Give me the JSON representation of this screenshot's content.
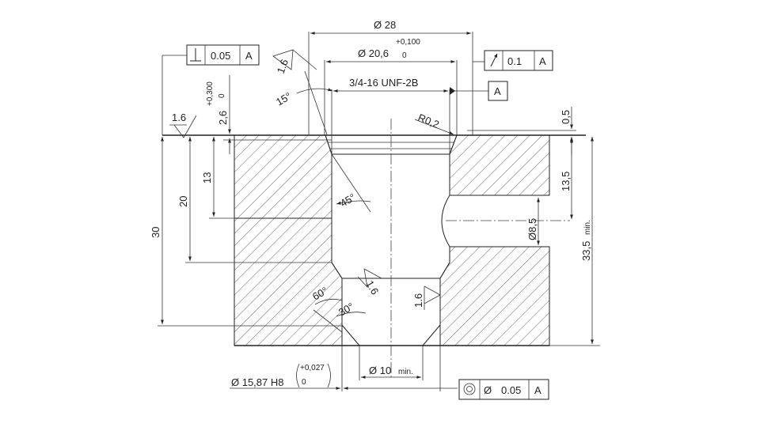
{
  "dimensions": {
    "dia_28": "Ø 28",
    "dia_20_6": "Ø 20,6",
    "dia_20_6_tol_upper": "+0,100",
    "dia_20_6_tol_lower": "0",
    "thread": "3/4-16 UNF-2B",
    "radius": "R0,2",
    "dim_0_5": "0,5",
    "dim_13_5": "13,5",
    "dim_8_5": "Ø8,5",
    "dim_33_5": "33,5",
    "dim_33_5_suffix": "min.",
    "dim_2_6": "2,6",
    "dim_2_6_tol_upper": "+0,300",
    "dim_2_6_tol_lower": "0",
    "dim_13": "13",
    "dim_20": "20",
    "dim_30": "30",
    "dia_15_87": "Ø 15,87 H8",
    "dia_15_87_tol_upper": "+0,027",
    "dia_15_87_tol_lower": "0",
    "dia_10": "Ø 10",
    "dia_10_suffix": "min."
  },
  "angles": {
    "a15": "15°",
    "a45": "45°",
    "a60": "60°",
    "a30": "30°"
  },
  "surface_finish": {
    "top_left": "1.6",
    "counterbore": "1.6",
    "bore_bottom": "1.6",
    "bore_side": "1.6"
  },
  "tolerance_frames": {
    "perpendicularity": {
      "symbol": "perpendicularity-icon",
      "value": "0.05",
      "datum": "A"
    },
    "runout": {
      "symbol": "runout-icon",
      "value": "0.1",
      "datum": "A"
    },
    "concentricity": {
      "symbol": "concentricity-icon",
      "diameter": "Ø",
      "value": "0.05",
      "datum": "A"
    }
  },
  "datum_label": "A"
}
